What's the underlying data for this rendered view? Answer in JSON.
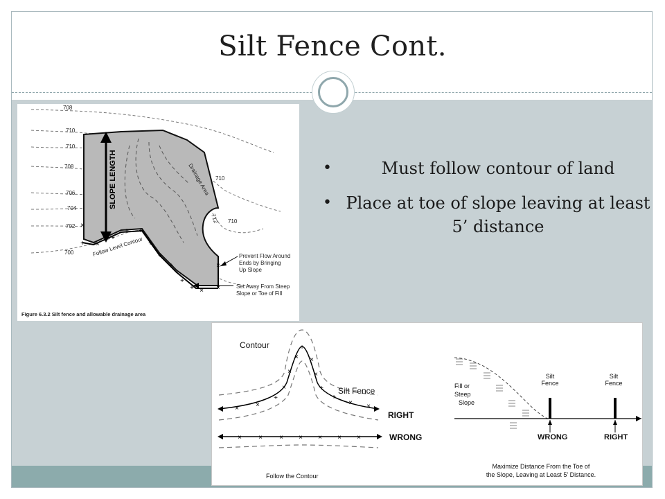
{
  "slide": {
    "title": "Silt Fence Cont.",
    "bullets": [
      "Must follow contour of land",
      "Place at toe of slope leaving at least 5’ distance"
    ]
  },
  "figure1": {
    "contour_labels": [
      "708",
      "710",
      "710",
      "708",
      "706",
      "704",
      "702",
      "700",
      "710",
      "712",
      "710"
    ],
    "slope_length_label": "SLOPE LENGTH",
    "drainage_area_label": "Drainage Area",
    "follow_contour_label": "Follow Level Contour",
    "prevent_flow_label": [
      "Prevent Flow Around",
      "Ends by Bringing",
      "Up Slope"
    ],
    "set_away_label": [
      "Set Away From Steep",
      "Slope or Toe of Fill"
    ],
    "caption": "Figure 6.3.2  Silt fence and allowable drainage area"
  },
  "figure2": {
    "contour_label": "Contour",
    "silt_fence_label": "Silt Fence",
    "right_label": "RIGHT",
    "wrong_label": "WRONG",
    "follow_caption": "Follow the Contour",
    "fill_label": [
      "Fill or",
      "Steep",
      "Slope"
    ],
    "silt_fence_a": [
      "Silt",
      "Fence"
    ],
    "silt_fence_b": [
      "Silt",
      "Fence"
    ],
    "wrong_label_2": "WRONG",
    "right_label_2": "RIGHT",
    "maximize_caption": [
      "Maximize Distance From the Toe of",
      "the Slope, Leaving at Least 5' Distance."
    ]
  }
}
